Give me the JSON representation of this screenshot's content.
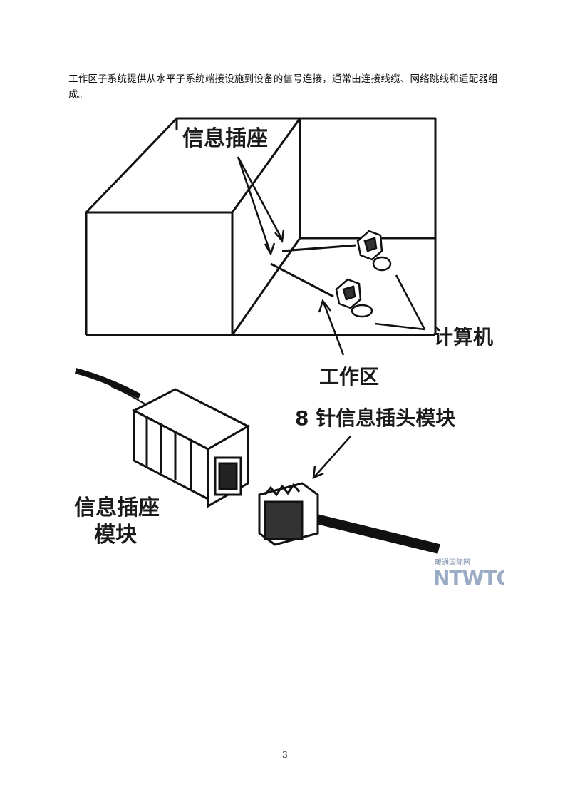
{
  "document": {
    "paragraph": "工作区子系统提供从水平子系统端接设施到设备的信号连接，通常由连接线缆、网络跳线和适配器组成。",
    "page_number": "3"
  },
  "figure": {
    "label_outlet": "信息插座",
    "label_computer": "计算机",
    "label_work_area": "工作区",
    "label_plug_module": "8 针信息插头模块",
    "label_outlet_module_line1": "信息插座",
    "label_outlet_module_line2": "模块"
  },
  "watermark": {
    "subtitle": "暖通国际网",
    "brand": "NTWTO"
  }
}
